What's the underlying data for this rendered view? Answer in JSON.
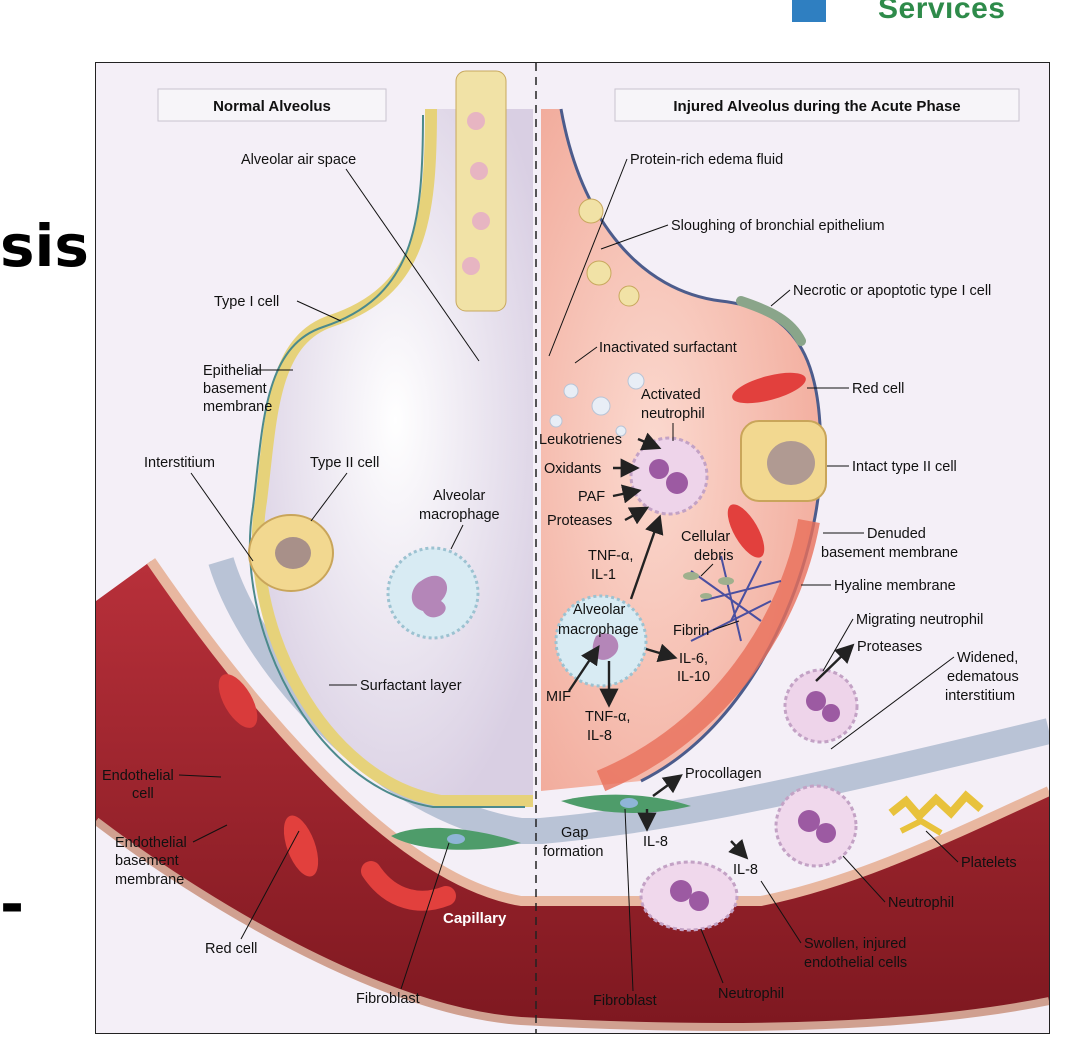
{
  "slide": {
    "partial_title": "sis",
    "partial_dash": "-",
    "brand_text": "Services"
  },
  "figure": {
    "header_left": "Normal Alveolus",
    "header_right": "Injured Alveolus during the Acute Phase",
    "capillary_label": "Capillary",
    "left_labels": {
      "alveolar_air_space": "Alveolar air space",
      "type1_cell": "Type I cell",
      "epithelial_bm_1": "Epithelial",
      "epithelial_bm_2": "basement",
      "epithelial_bm_3": "membrane",
      "interstitium": "Interstitium",
      "type2_cell": "Type II cell",
      "alv_macrophage_1": "Alveolar",
      "alv_macrophage_2": "macrophage",
      "surfactant_layer": "Surfactant layer",
      "endothelial_cell_1": "Endothelial",
      "endothelial_cell_2": "cell",
      "endo_bm_1": "Endothelial",
      "endo_bm_2": "basement",
      "endo_bm_3": "membrane",
      "red_cell": "Red cell",
      "fibroblast": "Fibroblast"
    },
    "right_labels": {
      "protein_edema": "Protein-rich edema fluid",
      "sloughing": "Sloughing of bronchial epithelium",
      "necrotic": "Necrotic or apoptotic type I cell",
      "inactivated_surfactant": "Inactivated surfactant",
      "activated_neutrophil_1": "Activated",
      "activated_neutrophil_2": "neutrophil",
      "red_cell": "Red cell",
      "leukotrienes": "Leukotrienes",
      "oxidants": "Oxidants",
      "paf": "PAF",
      "proteases": "Proteases",
      "intact_type2": "Intact type II cell",
      "cellular_debris_1": "Cellular",
      "cellular_debris_2": "debris",
      "tnf_il1_1": "TNF-α,",
      "tnf_il1_2": "IL-1",
      "denuded_bm_1": "Denuded",
      "denuded_bm_2": "basement membrane",
      "hyaline_membrane": "Hyaline membrane",
      "alv_macrophage_1": "Alveolar",
      "alv_macrophage_2": "macrophage",
      "fibrin": "Fibrin",
      "migrating_neutrophil": "Migrating neutrophil",
      "proteases_2": "Proteases",
      "widened_1": "Widened,",
      "widened_2": "edematous",
      "widened_3": "interstitium",
      "il6_1": "IL-6,",
      "il6_2": "IL-10",
      "mif": "MIF",
      "tnf_il8_1": "TNF-α,",
      "tnf_il8_2": "IL-8",
      "procollagen": "Procollagen",
      "gap_1": "Gap",
      "gap_2": "formation",
      "il8_a": "IL-8",
      "il8_b": "IL-8",
      "platelets": "Platelets",
      "neutrophil_1": "Neutrophil",
      "swollen_1": "Swollen, injured",
      "swollen_2": "endothelial cells",
      "fibroblast": "Fibroblast",
      "neutrophil_2": "Neutrophil"
    }
  }
}
